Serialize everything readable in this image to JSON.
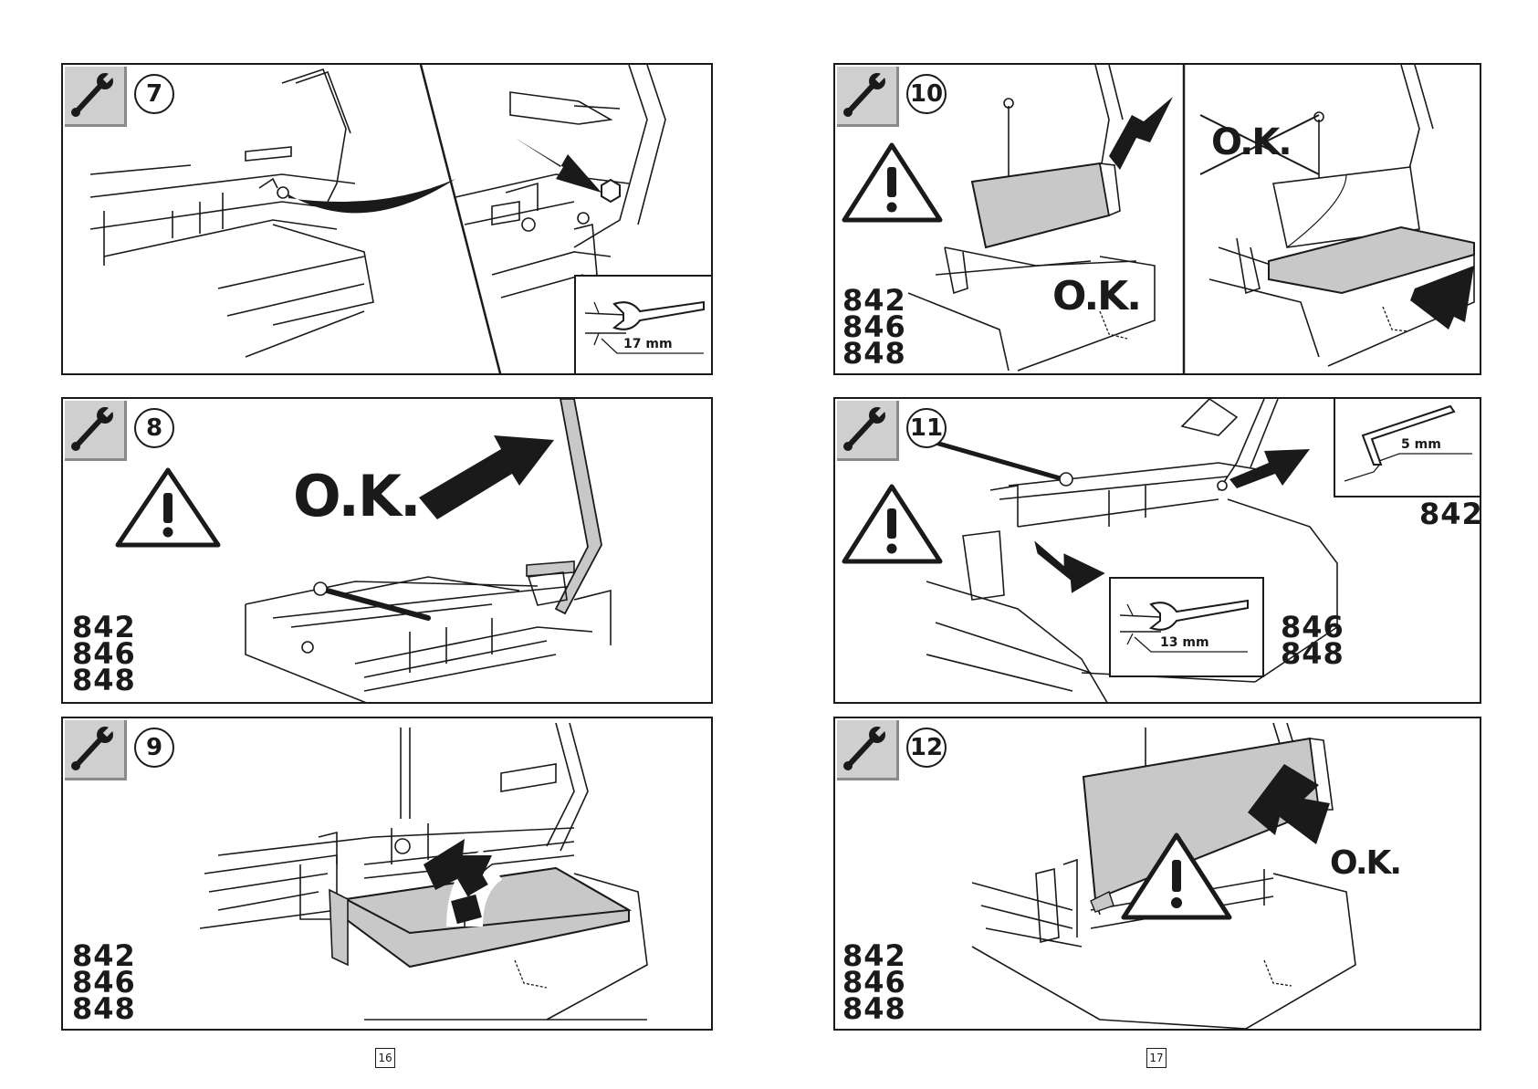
{
  "panels": [
    {
      "step": "7",
      "models": [],
      "ok": "",
      "dimension": "17 mm"
    },
    {
      "step": "8",
      "models": [
        "842",
        "846",
        "848"
      ],
      "ok": "O.K.",
      "dimension": ""
    },
    {
      "step": "9",
      "models": [
        "842",
        "846",
        "848"
      ],
      "ok": "",
      "dimension": ""
    },
    {
      "step": "10",
      "models": [
        "842",
        "846",
        "848"
      ],
      "ok": "O.K.",
      "ok_crossed": "O.K.",
      "dimension": ""
    },
    {
      "step": "11",
      "models_single": "842",
      "models": [
        "846",
        "848"
      ],
      "ok": "",
      "dimension_hex": "5 mm",
      "dimension": "13 mm"
    },
    {
      "step": "12",
      "models": [
        "842",
        "846",
        "848"
      ],
      "ok": "O.K.",
      "dimension": ""
    }
  ],
  "pages": {
    "left": "16",
    "right": "17"
  },
  "icons": {
    "tool": "wrench-icon",
    "warning": "warning-triangle-icon",
    "arrow": "arrow-icon"
  },
  "colors": {
    "line": "#1a1a1a",
    "fill_gray": "#c8c8c8",
    "wrench_box": "#cfcfcf"
  }
}
